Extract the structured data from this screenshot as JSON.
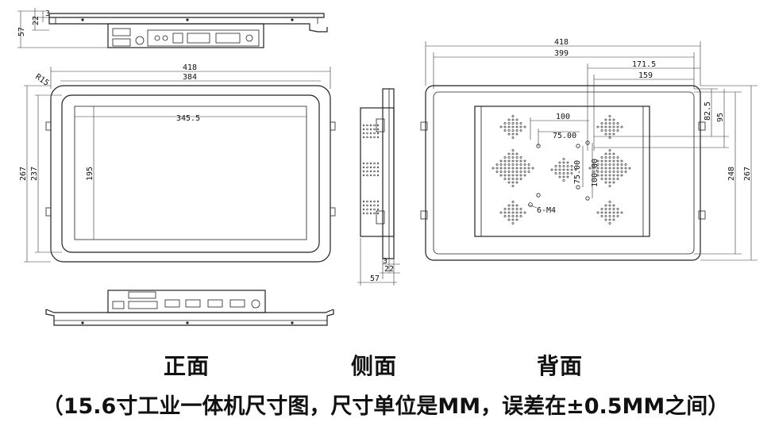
{
  "views": {
    "front": "正面",
    "side": "侧面",
    "back": "背面"
  },
  "caption": "（15.6寸工业一体机尺寸图，尺寸单位是MM，误差在±0.5MM之间）",
  "dimensions": {
    "top_view": {
      "d22": "22",
      "d57": "57",
      "d3": "3"
    },
    "front": {
      "r15": "R15",
      "w418": "418",
      "w384": "384",
      "w345": "345.5",
      "h195": "195",
      "h267": "267",
      "h237": "237"
    },
    "side": {
      "d3": "3",
      "d22": "22",
      "d57": "57"
    },
    "back": {
      "w418": "418",
      "w399": "399",
      "w171": "171.5",
      "w159": "159",
      "h82": "82.5",
      "h95": "95",
      "h248": "248",
      "h267": "267",
      "w100": "100",
      "w75": "75.00",
      "v75": "75.00",
      "v100": "100.00",
      "screws": "6-M4"
    }
  }
}
